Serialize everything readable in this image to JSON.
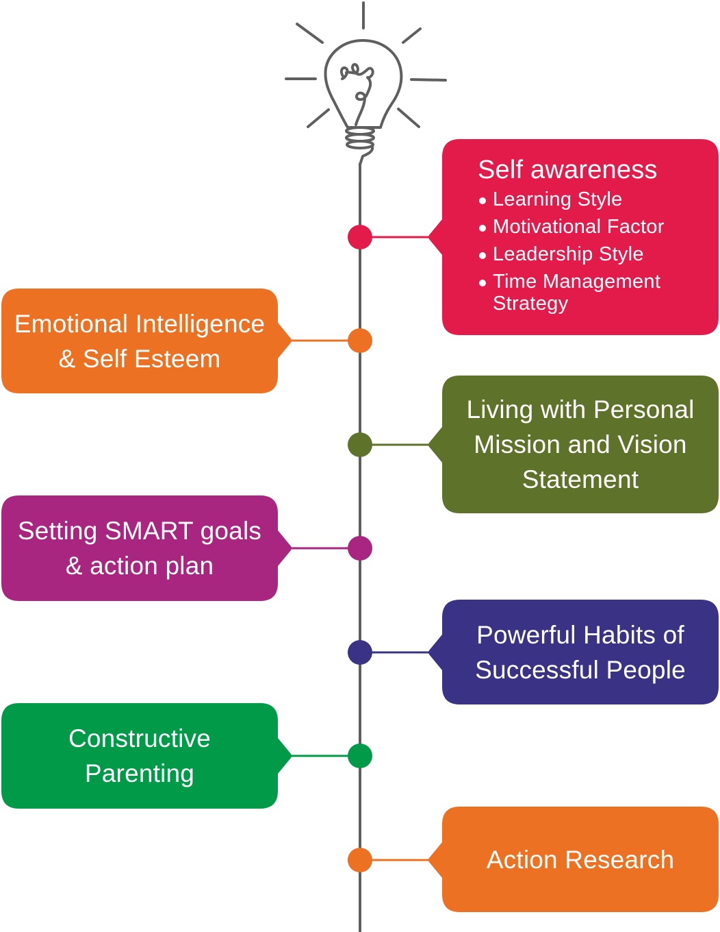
{
  "diagram": {
    "title_icon": "lightbulb-icon",
    "spine_color": "#5f5f5f",
    "items": [
      {
        "id": "self-awareness",
        "side": "right",
        "color": "#e31b4b",
        "title": "Self awareness",
        "bullets": [
          "Learning Style",
          "Motivational Factor",
          "Leadership Style",
          "Time Management Strategy"
        ]
      },
      {
        "id": "emotional-intelligence",
        "side": "left",
        "color": "#ec7122",
        "lines": [
          "Emotional Intelligence",
          "& Self Esteem"
        ]
      },
      {
        "id": "mission-vision",
        "side": "right",
        "color": "#5e7229",
        "lines": [
          "Living with Personal",
          "Mission and Vision",
          "Statement"
        ]
      },
      {
        "id": "smart-goals",
        "side": "left",
        "color": "#a8267f",
        "lines": [
          "Setting SMART goals",
          "& action plan"
        ]
      },
      {
        "id": "powerful-habits",
        "side": "right",
        "color": "#3a3385",
        "lines": [
          "Powerful Habits of",
          "Successful People"
        ]
      },
      {
        "id": "constructive-parenting",
        "side": "left",
        "color": "#009a48",
        "lines": [
          "Constructive",
          "Parenting"
        ]
      },
      {
        "id": "action-research",
        "side": "right",
        "color": "#ec7122",
        "lines": [
          "Action Research"
        ]
      }
    ]
  }
}
